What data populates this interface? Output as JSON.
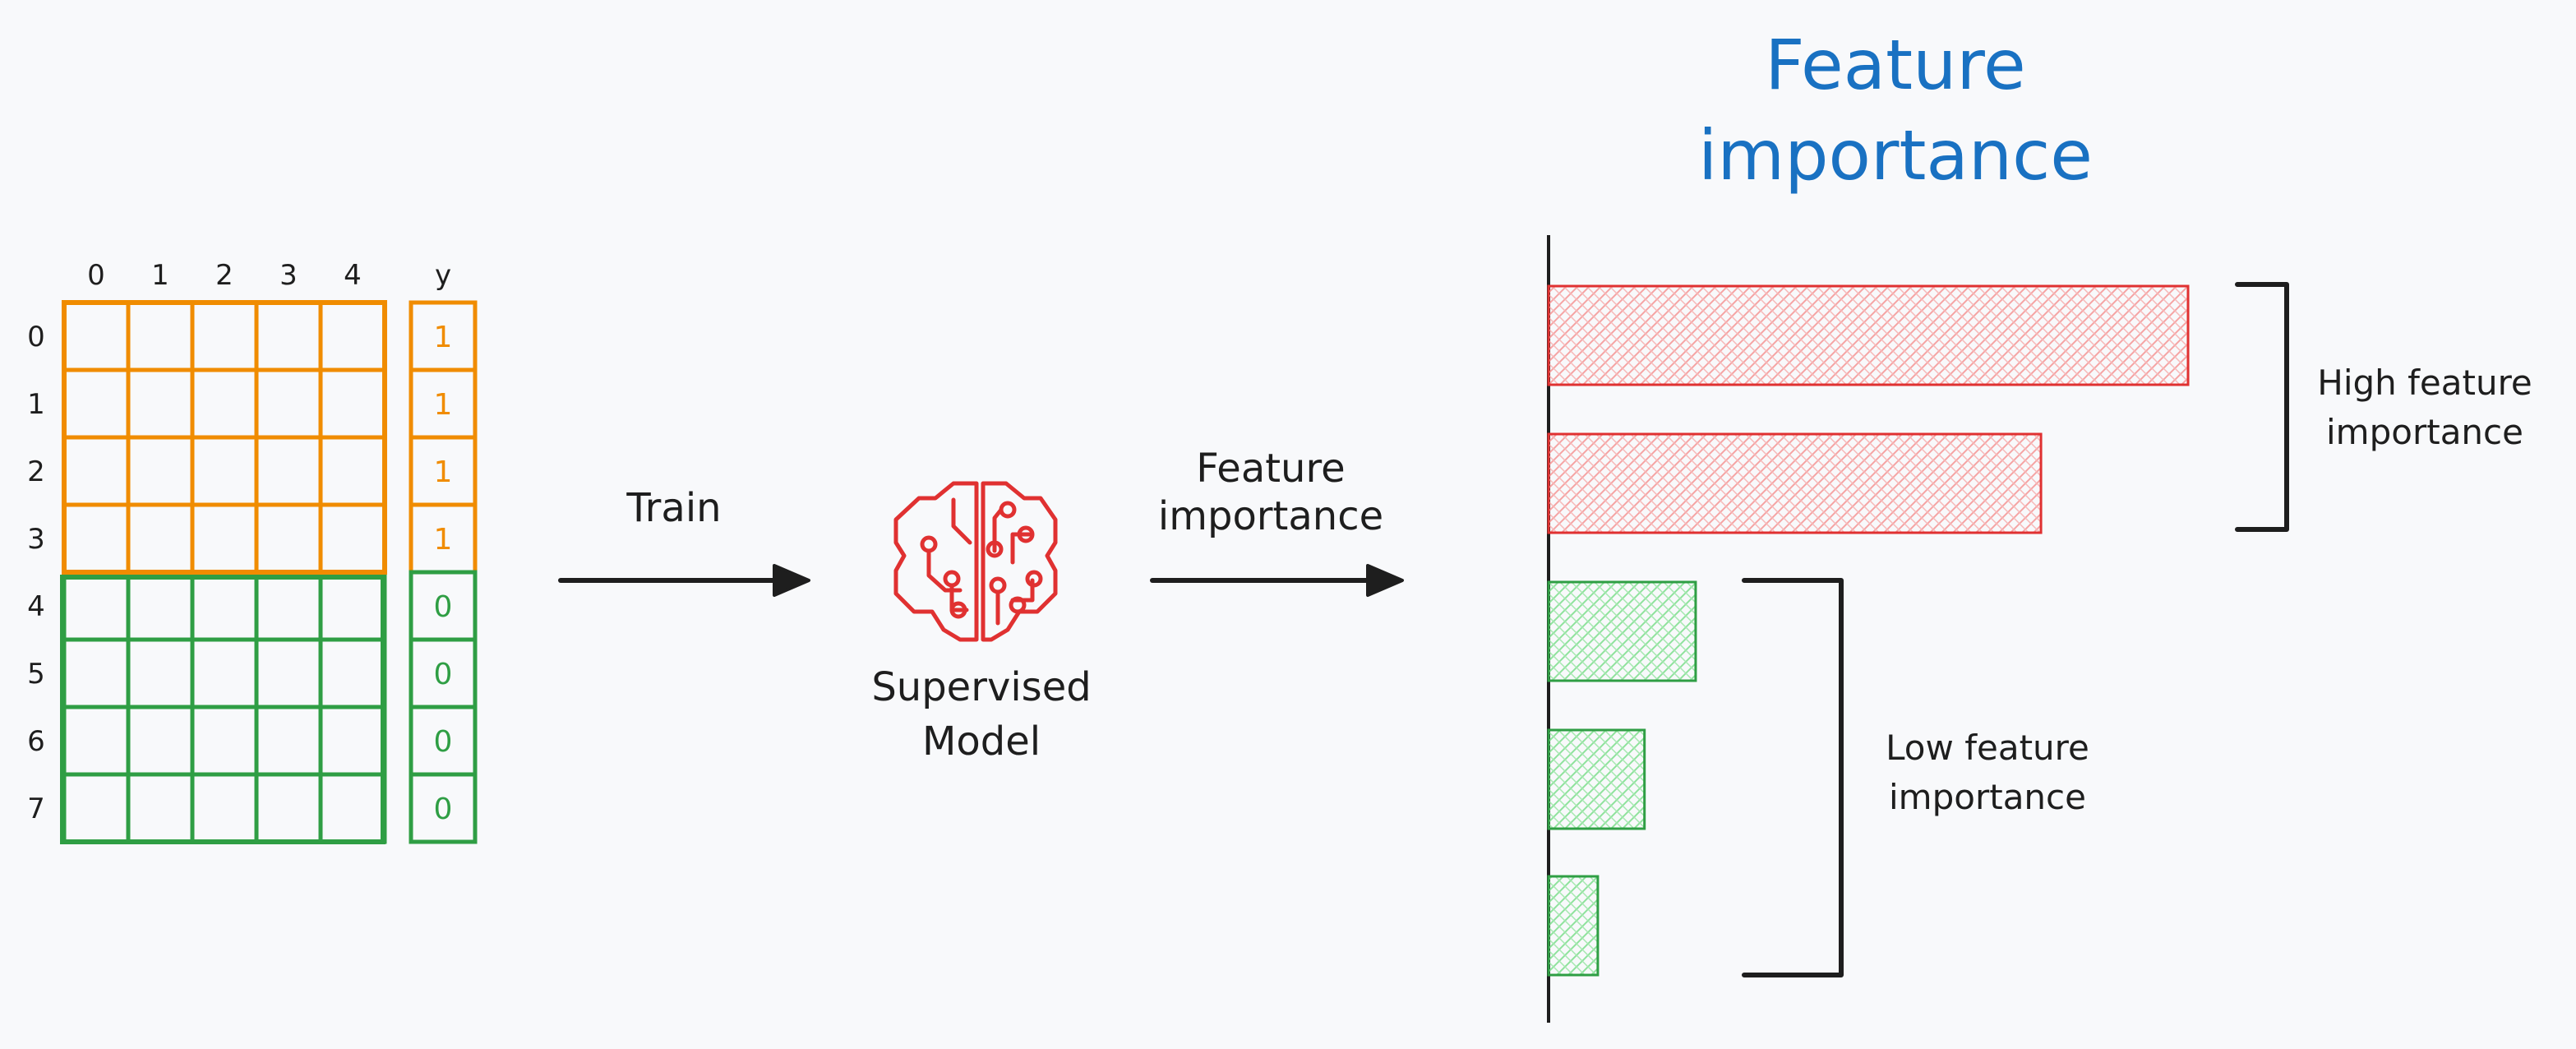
{
  "colors": {
    "orange": "#f08c00",
    "green": "#2f9e44",
    "red": "#e03131",
    "red_fill": "#ffc9c9",
    "green_fill": "#b2f2bb",
    "blue": "#1971c2",
    "ink": "#1e1e1e"
  },
  "matrix": {
    "column_labels": [
      "0",
      "1",
      "2",
      "3",
      "4"
    ],
    "target_label": "y",
    "row_labels": [
      "0",
      "1",
      "2",
      "3",
      "4",
      "5",
      "6",
      "7"
    ],
    "target_values": [
      "1",
      "1",
      "1",
      "1",
      "0",
      "0",
      "0",
      "0"
    ]
  },
  "flow": {
    "train_label": "Train",
    "model_label_line1": "Supervised",
    "model_label_line2": "Model",
    "model_icon": "brain-circuit-icon",
    "output_label_line1": "Feature",
    "output_label_line2": "importance"
  },
  "chart_data": {
    "type": "bar",
    "orientation": "horizontal",
    "title": [
      "Feature",
      "importance"
    ],
    "values": [
      1.0,
      0.77,
      0.23,
      0.15,
      0.077
    ],
    "groups": [
      {
        "label": [
          "High feature",
          "importance"
        ],
        "bars": [
          0,
          1
        ],
        "color": "#e03131"
      },
      {
        "label": [
          "Low feature",
          "importance"
        ],
        "bars": [
          2,
          3,
          4
        ],
        "color": "#2f9e44"
      }
    ]
  }
}
